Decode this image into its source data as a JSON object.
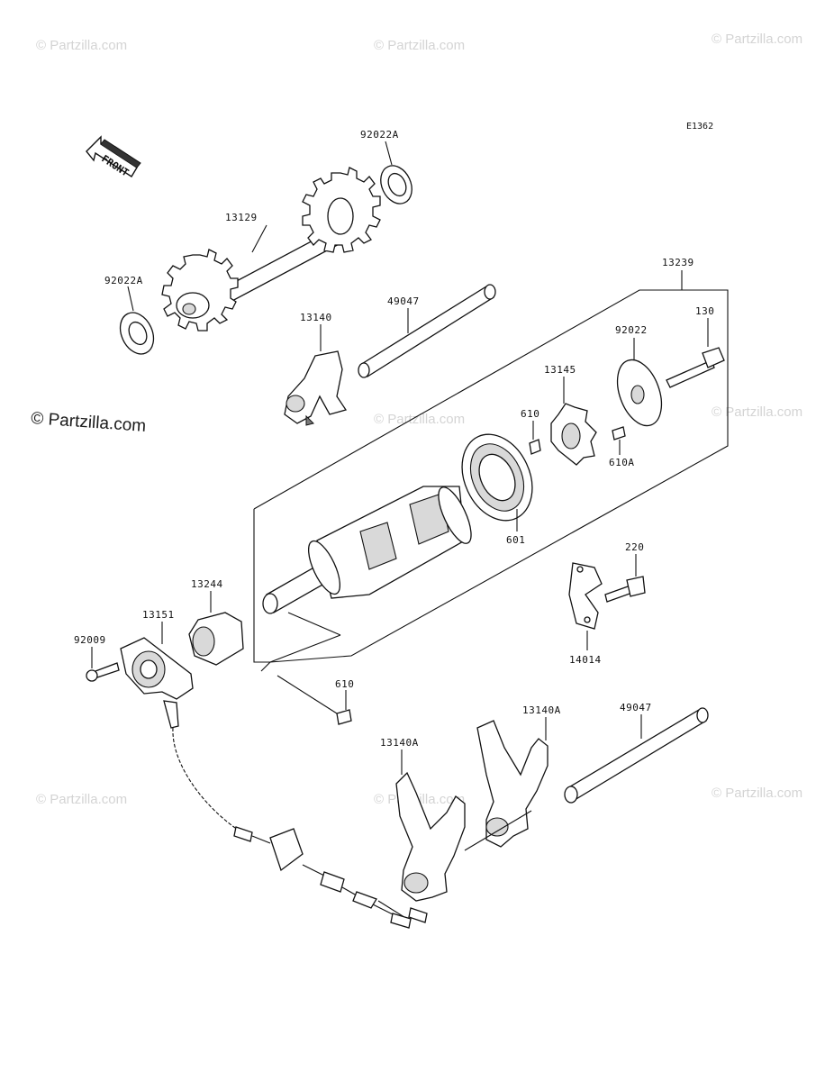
{
  "diagram": {
    "code": "E1362",
    "front_label": "FRONT",
    "watermark": "© Partzilla.com",
    "parts": {
      "washer_top": "92022A",
      "shaft_gear": "13129",
      "washer_left": "92022A",
      "drum_assembly": "13239",
      "bolt": "130",
      "washer_large": "92022",
      "fork_upper": "13140",
      "rod_upper": "49047",
      "drum_star": "13145",
      "pin_a": "610",
      "pin_b": "610A",
      "bearing": "601",
      "bolt_small": "220",
      "plate": "14014",
      "sensor_cap": "13244",
      "position_switch": "13151",
      "screw": "92009",
      "pin_lower": "610",
      "fork_lower_right": "13140A",
      "fork_lower_left": "13140A",
      "rod_lower": "49047"
    }
  }
}
